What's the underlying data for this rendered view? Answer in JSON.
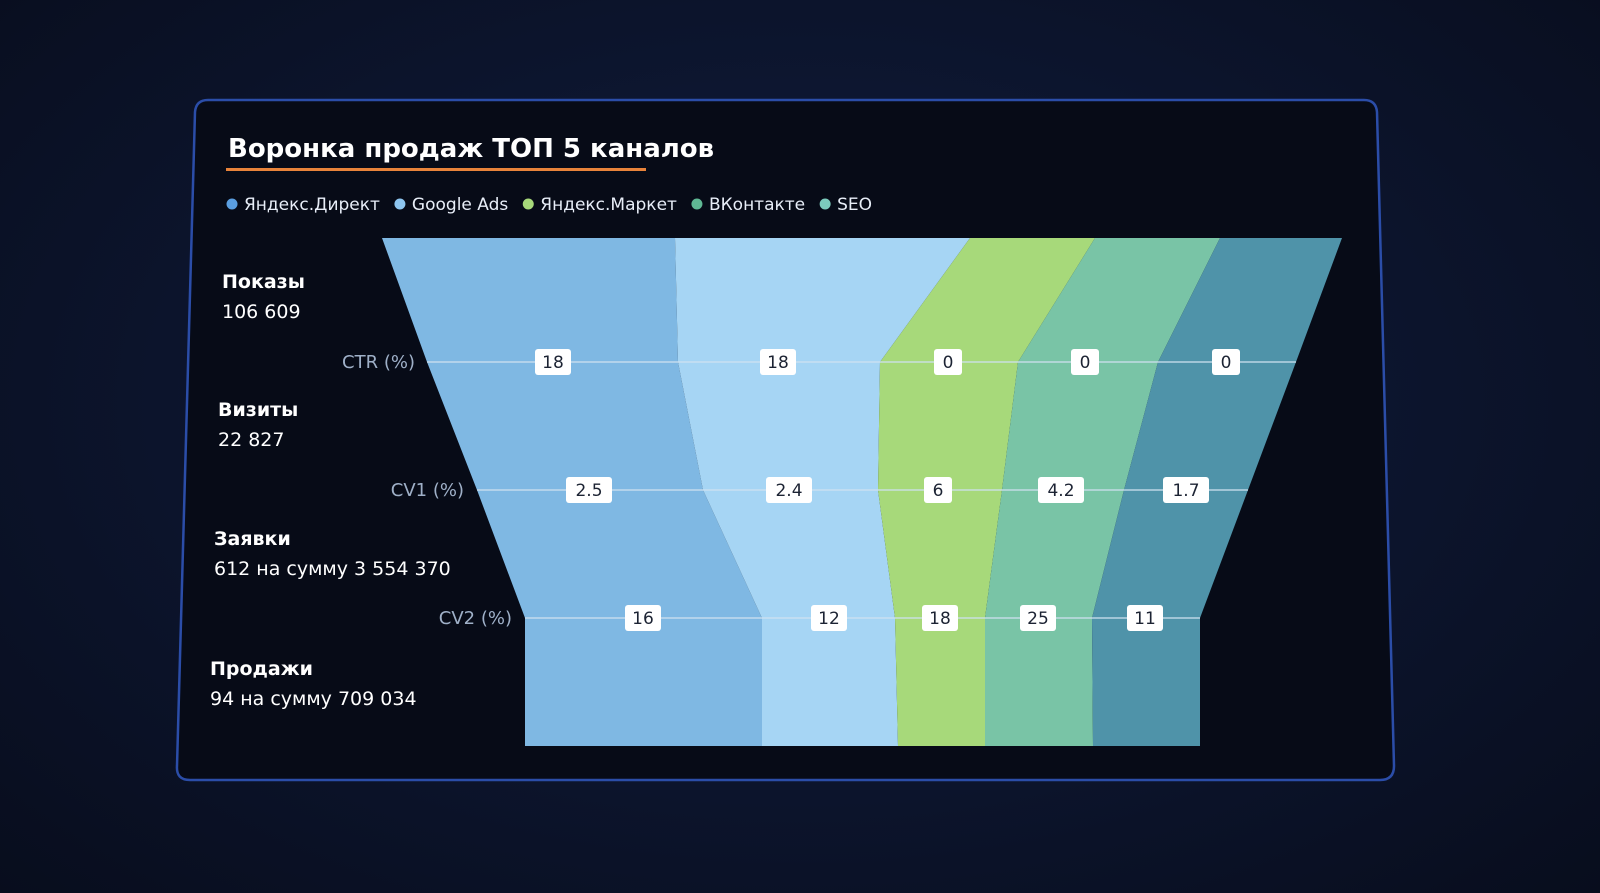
{
  "colors": {
    "yandex_direct": "#7fb8e3",
    "google_ads": "#a6d5f4",
    "yandex_market": "#a7d97a",
    "vkontakte": "#79c4a6",
    "seo": "#4f93a9",
    "title_underline": "#e8833a",
    "card_border": "#2b4da8",
    "metric_line": "#cfe2f0"
  },
  "chart_data": {
    "type": "funnel",
    "title": "Воронка продаж ТОП 5 каналов",
    "legend": [
      {
        "name": "Яндекс.Директ",
        "color": "#5a9ee0"
      },
      {
        "name": "Google Ads",
        "color": "#8ec6f0"
      },
      {
        "name": "Яндекс.Маркет",
        "color": "#a7d97a"
      },
      {
        "name": "ВКонтакте",
        "color": "#5fb894"
      },
      {
        "name": "SEO",
        "color": "#7ccbbd"
      }
    ],
    "stages": [
      {
        "name": "Показы",
        "value": "106 609"
      },
      {
        "name": "Визиты",
        "value": "22 827"
      },
      {
        "name": "Заявки",
        "value": "612 на сумму 3 554 370"
      },
      {
        "name": "Продажи",
        "value": "94 на сумму 709 034"
      }
    ],
    "metrics": [
      {
        "label": "CTR (%)",
        "values": [
          "18",
          "18",
          "0",
          "0",
          "0"
        ]
      },
      {
        "label": "CV1 (%)",
        "values": [
          "2.5",
          "2.4",
          "6",
          "4.2",
          "1.7"
        ]
      },
      {
        "label": "CV2 (%)",
        "values": [
          "16",
          "12",
          "18",
          "25",
          "11"
        ]
      }
    ]
  }
}
